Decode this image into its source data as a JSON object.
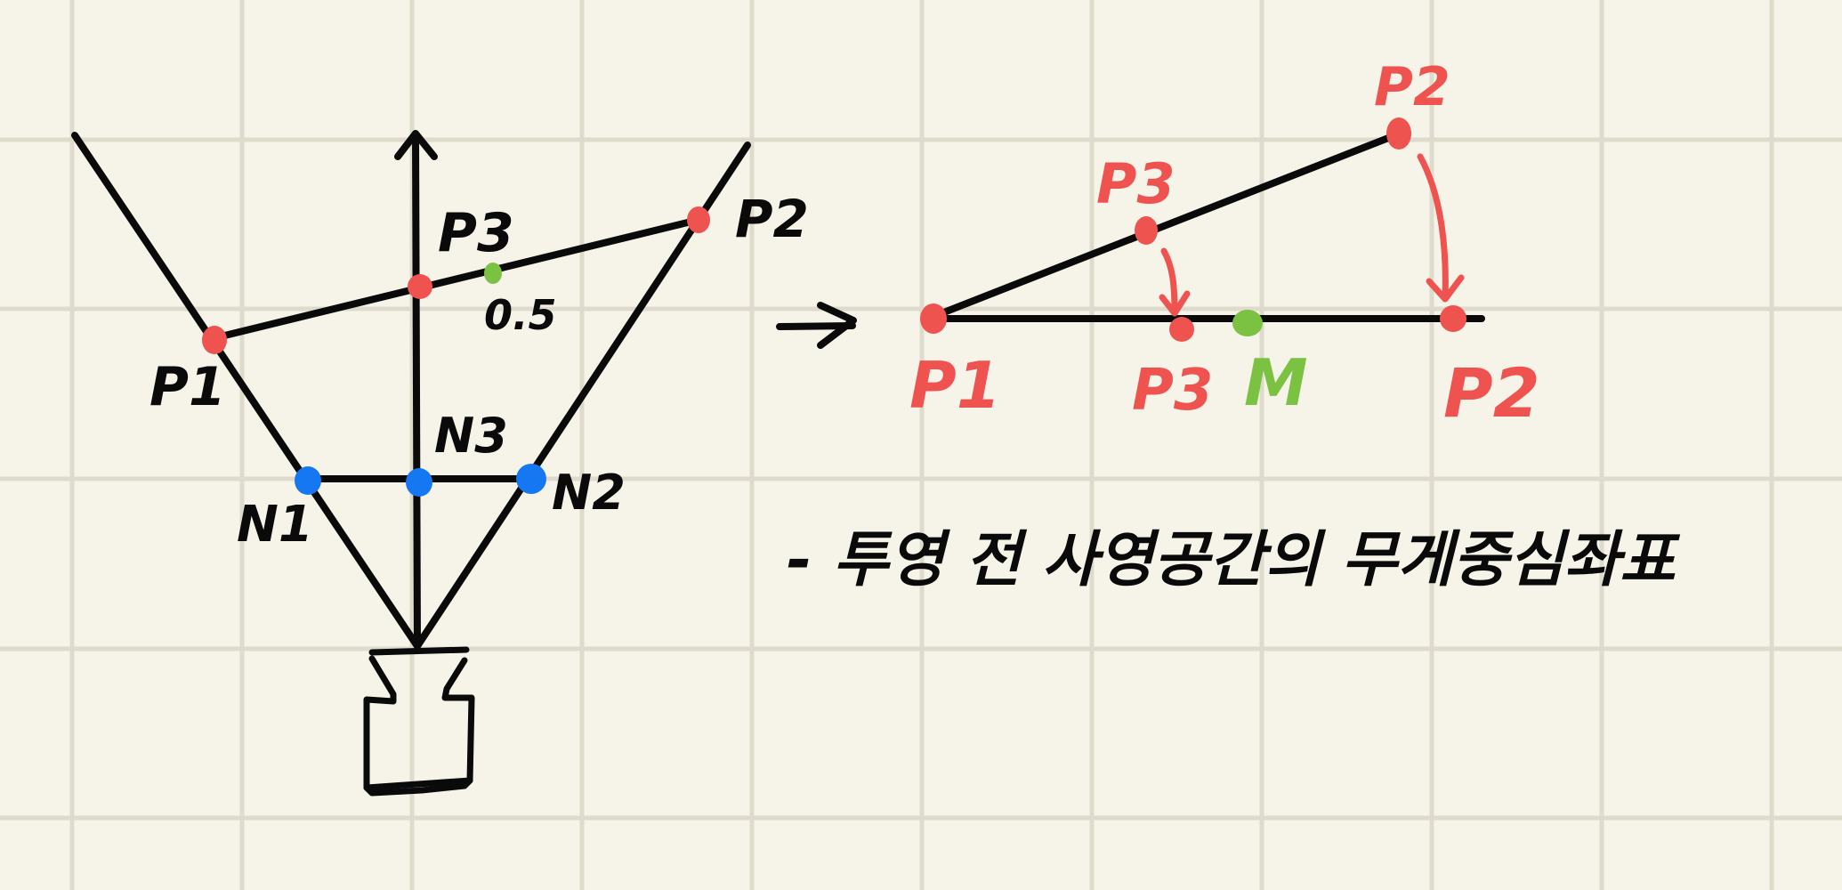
{
  "colors": {
    "background": "#f6f4e9",
    "grid": "#dedbcd",
    "ink": "#0a0a0a",
    "red": "#ef5350",
    "blue": "#1677f2",
    "green": "#7cc242"
  },
  "left_diagram": {
    "label_p1": "P1",
    "label_p2": "P2",
    "label_p3": "P3",
    "label_half": "0.5",
    "label_n1": "N1",
    "label_n2": "N2",
    "label_n3": "N3"
  },
  "right_diagram": {
    "label_p2_top": "P2",
    "label_p3_top": "P3",
    "label_p1_bottom": "P1",
    "label_p3_bottom": "P3",
    "label_m": "M",
    "label_p2_bottom": "P2"
  },
  "note": "- 투영 전 사영공간의 무게중심좌표"
}
